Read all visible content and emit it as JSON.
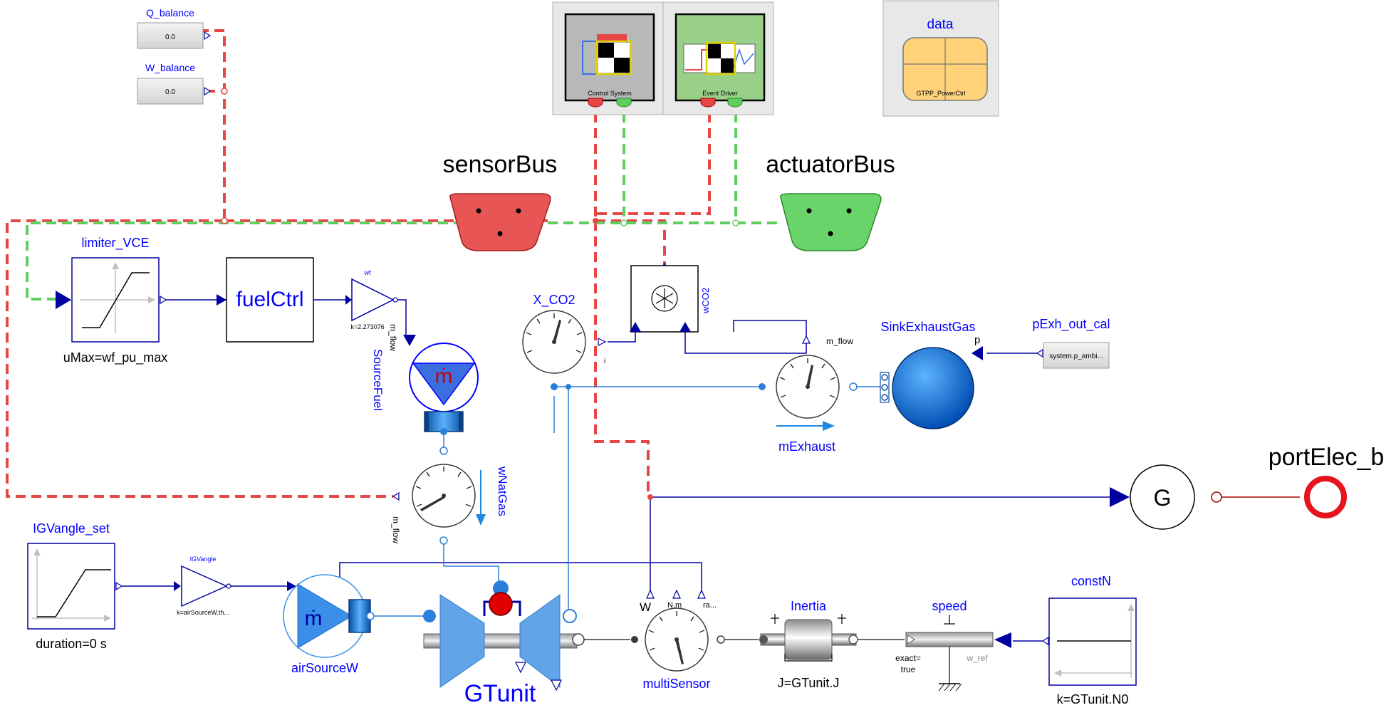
{
  "colors": {
    "bus_red": "#e64646",
    "bus_green": "#5fcd5f",
    "line_blue": "#0000a0",
    "fluid_blue": "#3b8fe8",
    "gt_blue": "#62a4e8",
    "text_blue": "#0000ff",
    "elec_red": "#a00000"
  },
  "labels": {
    "q_balance": "Q_balance",
    "q_balance_value": "0.0",
    "w_balance": "W_balance",
    "w_balance_value": "0.0",
    "control_system": "Control System",
    "event_driver": "Event Driver",
    "data": "data",
    "data_record": "GTPP_PowerCtrl",
    "sensor_bus": "sensorBus",
    "actuator_bus": "actuatorBus",
    "limiter": "limiter_VCE",
    "limiter_param": "uMax=wf_pu_max",
    "fuel_ctrl": "fuelCtrl",
    "wf": "wf",
    "wf_k": "k=2.273076",
    "m_flow_1": "m_flow",
    "source_fuel": "SourceFuel",
    "mdot_1": "ṁ",
    "x_co2": "X_CO2",
    "x_co2_port": "i",
    "wco2": "wCO2",
    "m_flow_2": "m_flow",
    "m_exhaust": "mExhaust",
    "sink_exhaust": "SinkExhaustGas",
    "p": "p",
    "pexh": "pExh_out_cal",
    "pexh_value": "system.p_ambi...",
    "wnatgas": "wNatGas",
    "m_flow_3": "m_flow",
    "gen_G": "G",
    "port_elec": "portElec_b",
    "igv_set": "IGVangle_set",
    "igv_param": "duration=0 s",
    "igv_gain": "IGVangle",
    "igv_k": "k=airSourceW.th...",
    "mdot_2": "ṁ",
    "air_source": "airSourceW",
    "gt_unit": "GTunit",
    "w_port": "W",
    "nm_port": "N.m",
    "ra_port": "ra...",
    "multi_sensor": "multiSensor",
    "inertia": "Inertia",
    "inertia_param": "J=GTunit.J",
    "speed": "speed",
    "exact": "exact=",
    "exact_val": "true",
    "w_ref": "w_ref",
    "const_n": "constN",
    "const_param": "k=GTunit.N0"
  }
}
